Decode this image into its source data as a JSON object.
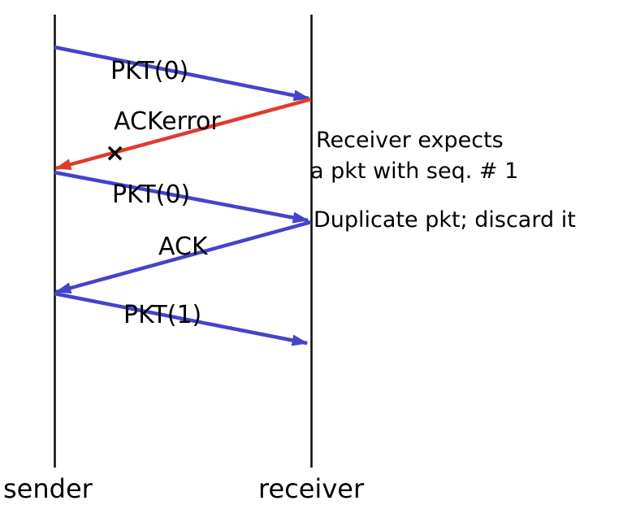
{
  "diagram": {
    "type": "protocol-sequence-diagram",
    "actors": {
      "left": "sender",
      "right": "receiver"
    },
    "messages": [
      {
        "label": "PKT(0)",
        "from": "sender",
        "to": "receiver",
        "color": "#4343cb"
      },
      {
        "label": "ACKerror",
        "from": "receiver",
        "to": "sender",
        "color": "#e03a2d"
      },
      {
        "label": "PKT(0)",
        "from": "sender",
        "to": "receiver",
        "color": "#4343cb"
      },
      {
        "label": "ACK",
        "from": "receiver",
        "to": "sender",
        "color": "#4343cb"
      },
      {
        "label": "PKT(1)",
        "from": "sender",
        "to": "receiver",
        "color": "#4343cb"
      }
    ],
    "error_mark": "×",
    "notes": {
      "receiver_expects_line1": "Receiver expects",
      "receiver_expects_line2": "a pkt with seq. # 1",
      "duplicate": "Duplicate pkt; discard it"
    },
    "colors": {
      "packet_arrow": "#4343cb",
      "error_arrow": "#e03a2d",
      "lifeline": "#111111",
      "text": "#000000",
      "background": "#ffffff"
    }
  }
}
